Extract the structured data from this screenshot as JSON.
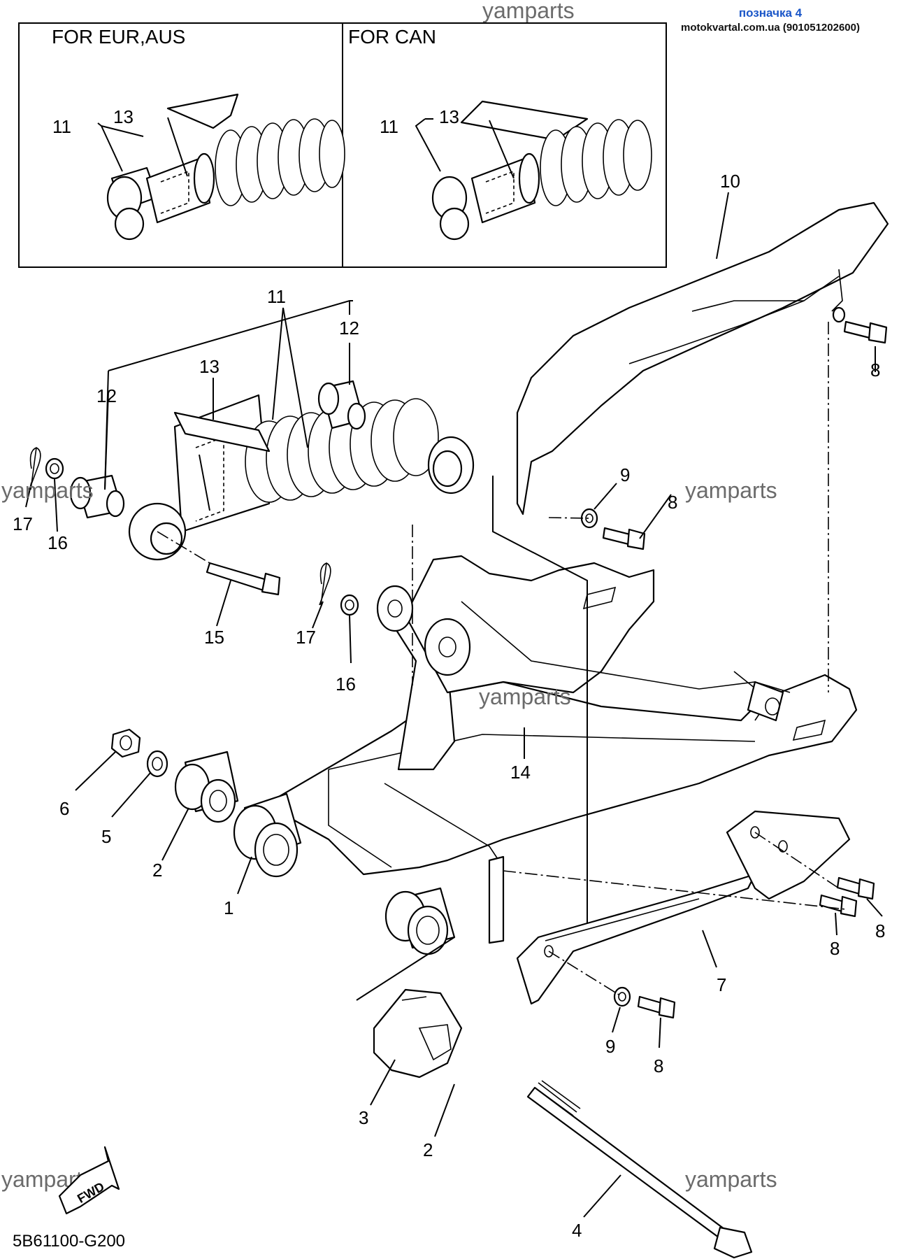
{
  "header": {
    "watermark_top": "yamparts",
    "badge_title": "позначка 4",
    "badge_source": "motokvartal.com.ua (901051202600)",
    "badge_color": "#1a56c8"
  },
  "inset": {
    "left_title": "FOR EUR,AUS",
    "right_title": "FOR CAN",
    "left_callouts": [
      "11",
      "13"
    ],
    "right_callouts": [
      "11",
      "13"
    ]
  },
  "watermarks": [
    "yamparts",
    "yamparts",
    "yamparts",
    "yamparts",
    "yamparts"
  ],
  "callouts": {
    "c1": "1",
    "c2a": "2",
    "c2b": "2",
    "c3": "3",
    "c4": "4",
    "c5": "5",
    "c6": "6",
    "c7": "7",
    "c8a": "8",
    "c8b": "8",
    "c8c": "8",
    "c8d": "8",
    "c8e": "8",
    "c9a": "9",
    "c9b": "9",
    "c10": "10",
    "c11": "11",
    "c12a": "12",
    "c12b": "12",
    "c13": "13",
    "c14": "14",
    "c15": "15",
    "c16a": "16",
    "c16b": "16",
    "c17a": "17",
    "c17b": "17"
  },
  "fwd_label": "FWD",
  "diagram_code": "5B61100-G200"
}
